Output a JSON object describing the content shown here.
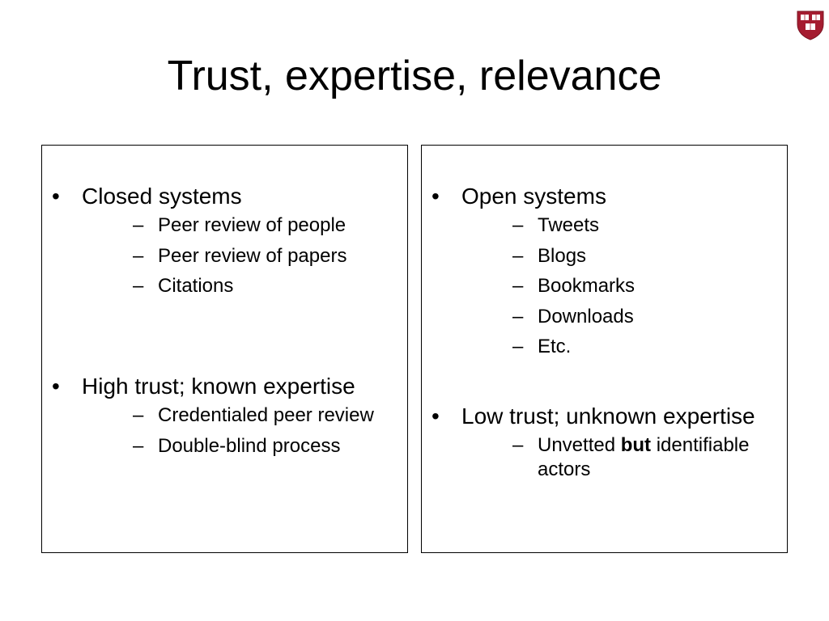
{
  "slide": {
    "title": "Trust, expertise, relevance",
    "logo": "harvard-shield",
    "colors": {
      "logo_red": "#a51c30"
    }
  },
  "left_panel": {
    "bullet_glyph": "•",
    "dash_glyph": "–",
    "groups": [
      {
        "label": "Closed systems",
        "items": [
          "Peer review of people",
          "Peer review of papers",
          "Citations"
        ]
      },
      {
        "label": "High trust; known expertise",
        "items": [
          "Credentialed peer review",
          "Double-blind process"
        ]
      }
    ]
  },
  "right_panel": {
    "groups": [
      {
        "label": "Open systems",
        "items": [
          "Tweets",
          "Blogs",
          "Bookmarks",
          "Downloads",
          "Etc."
        ]
      },
      {
        "label": "Low trust; unknown expertise",
        "item_rich": {
          "before": "Unvetted ",
          "bold": "but",
          "after": " identifiable actors"
        }
      }
    ]
  }
}
